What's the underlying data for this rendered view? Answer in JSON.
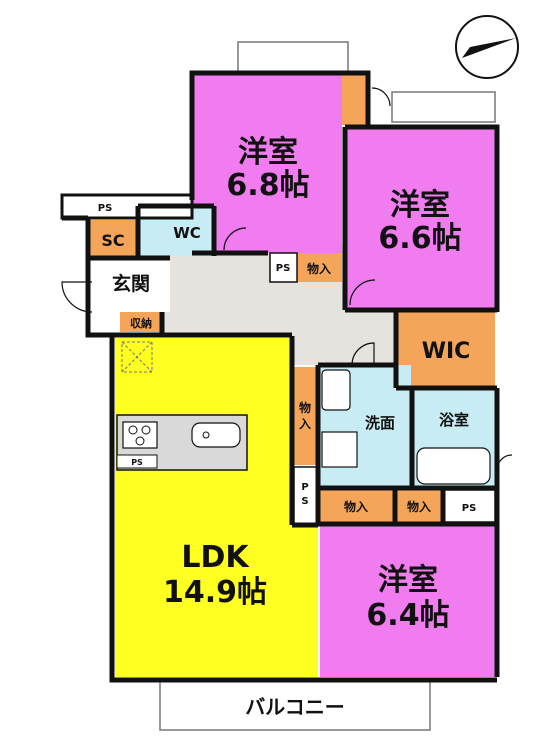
{
  "rooms": {
    "western_1": {
      "name": "洋室",
      "size": "6.8帖"
    },
    "western_2": {
      "name": "洋室",
      "size": "6.6帖"
    },
    "western_3": {
      "name": "洋室",
      "size": "6.4帖"
    },
    "ldk": {
      "name": "LDK",
      "size": "14.9帖"
    },
    "wic": "WIC",
    "washroom": "洗面",
    "bathroom": "浴室",
    "entrance": "玄関",
    "toilet": "WC",
    "sc": "SC",
    "shoe_storage": "収納",
    "balcony": "バルコニー"
  },
  "storage_label": "物入",
  "storage_vertical": [
    "物",
    "入"
  ],
  "ps_label": "PS",
  "ps_vertical": [
    "P",
    "S"
  ],
  "colors": {
    "western": "#f07cf0",
    "ldk": "#ffff22",
    "storage": "#f5a55a",
    "bath": "#c8ecf4",
    "corridor": "#e6e2de",
    "wall": "#111111"
  }
}
